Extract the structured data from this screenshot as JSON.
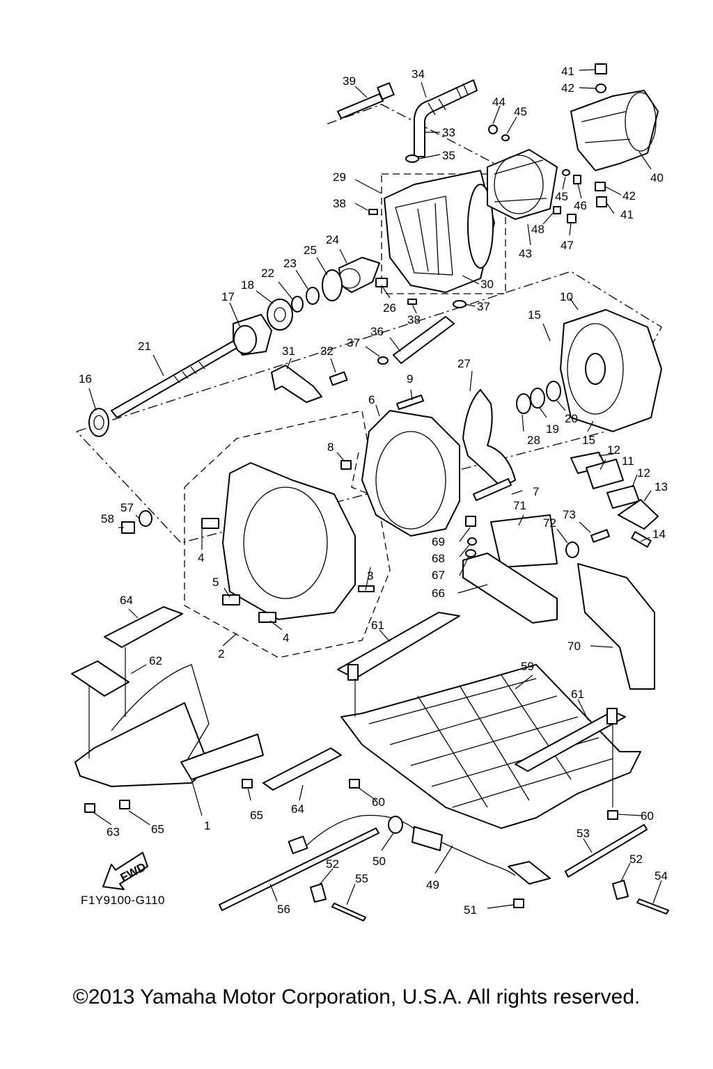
{
  "callouts": [
    {
      "n": "1"
    },
    {
      "n": "2"
    },
    {
      "n": "3"
    },
    {
      "n": "4"
    },
    {
      "n": "4"
    },
    {
      "n": "5"
    },
    {
      "n": "6"
    },
    {
      "n": "7"
    },
    {
      "n": "8"
    },
    {
      "n": "9"
    },
    {
      "n": "10"
    },
    {
      "n": "11"
    },
    {
      "n": "12"
    },
    {
      "n": "12"
    },
    {
      "n": "13"
    },
    {
      "n": "14"
    },
    {
      "n": "15"
    },
    {
      "n": "15"
    },
    {
      "n": "16"
    },
    {
      "n": "17"
    },
    {
      "n": "18"
    },
    {
      "n": "19"
    },
    {
      "n": "20"
    },
    {
      "n": "21"
    },
    {
      "n": "22"
    },
    {
      "n": "23"
    },
    {
      "n": "24"
    },
    {
      "n": "25"
    },
    {
      "n": "26"
    },
    {
      "n": "27"
    },
    {
      "n": "28"
    },
    {
      "n": "29"
    },
    {
      "n": "30"
    },
    {
      "n": "31"
    },
    {
      "n": "32"
    },
    {
      "n": "33"
    },
    {
      "n": "34"
    },
    {
      "n": "35"
    },
    {
      "n": "36"
    },
    {
      "n": "37"
    },
    {
      "n": "37"
    },
    {
      "n": "38"
    },
    {
      "n": "38"
    },
    {
      "n": "39"
    },
    {
      "n": "40"
    },
    {
      "n": "41"
    },
    {
      "n": "41"
    },
    {
      "n": "42"
    },
    {
      "n": "42"
    },
    {
      "n": "43"
    },
    {
      "n": "44"
    },
    {
      "n": "45"
    },
    {
      "n": "45"
    },
    {
      "n": "46"
    },
    {
      "n": "47"
    },
    {
      "n": "48"
    },
    {
      "n": "49"
    },
    {
      "n": "50"
    },
    {
      "n": "51"
    },
    {
      "n": "52"
    },
    {
      "n": "52"
    },
    {
      "n": "53"
    },
    {
      "n": "54"
    },
    {
      "n": "55"
    },
    {
      "n": "56"
    },
    {
      "n": "57"
    },
    {
      "n": "58"
    },
    {
      "n": "59"
    },
    {
      "n": "60"
    },
    {
      "n": "60"
    },
    {
      "n": "61"
    },
    {
      "n": "61"
    },
    {
      "n": "62"
    },
    {
      "n": "63"
    },
    {
      "n": "64"
    },
    {
      "n": "64"
    },
    {
      "n": "65"
    },
    {
      "n": "65"
    },
    {
      "n": "66"
    },
    {
      "n": "67"
    },
    {
      "n": "68"
    },
    {
      "n": "69"
    },
    {
      "n": "70"
    },
    {
      "n": "71"
    },
    {
      "n": "72"
    },
    {
      "n": "73"
    }
  ],
  "fwd_label": "FWD",
  "figure_code": "F1Y9100-G110",
  "copyright": "©2013 Yamaha Motor Corporation, U.S.A. All rights reserved."
}
